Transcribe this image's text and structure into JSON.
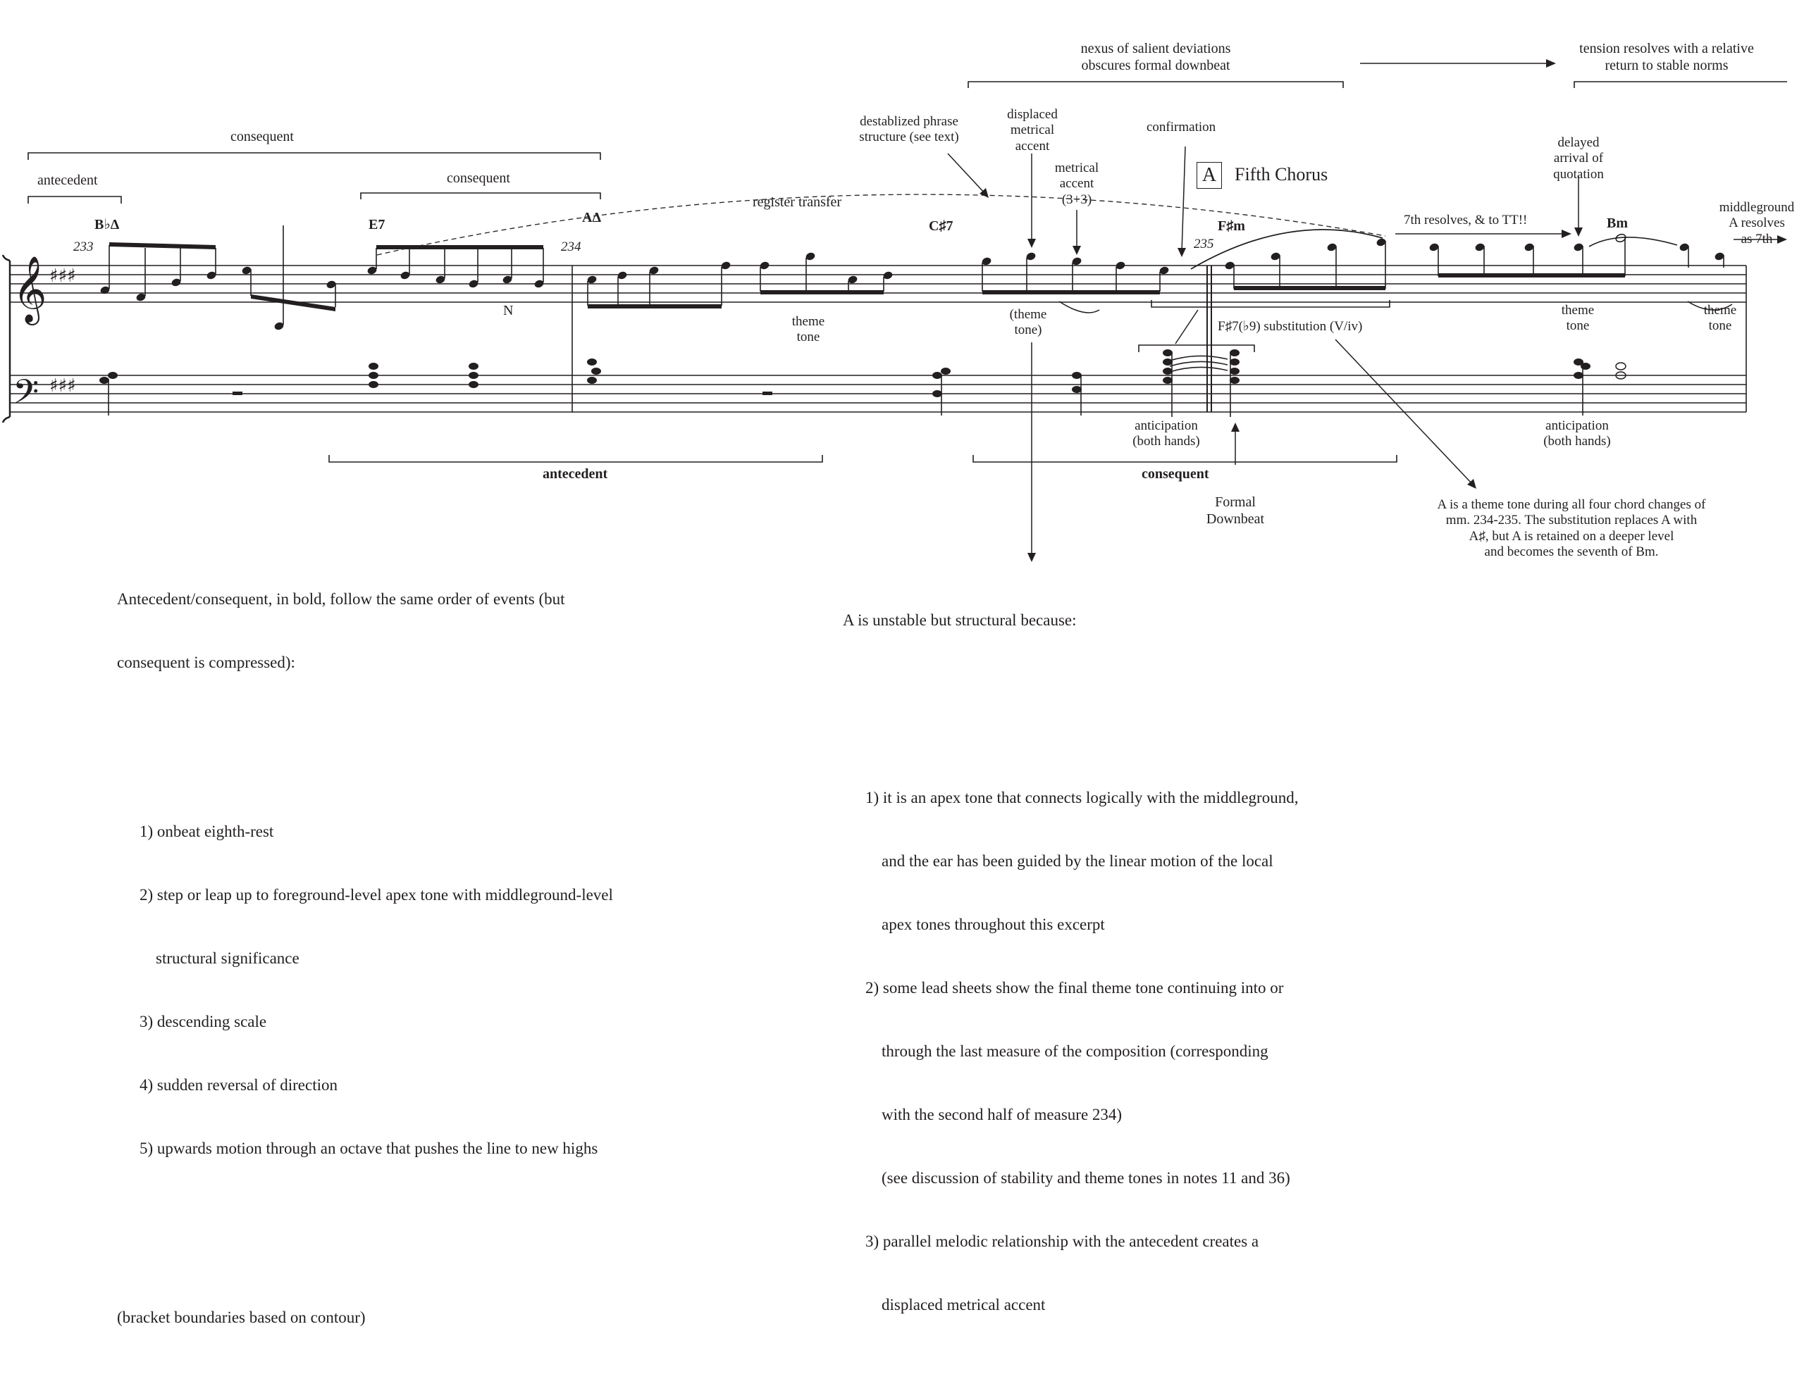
{
  "header": {
    "nexus": [
      "nexus of salient deviations",
      "obscures formal downbeat"
    ],
    "tension": [
      "tension resolves with a relative",
      "return to stable norms"
    ]
  },
  "brackets": {
    "consequent_top": "consequent",
    "antecedent_top": "antecedent",
    "consequent_mid": "consequent",
    "antecedent_bottom": "antecedent",
    "consequent_bottom": "consequent"
  },
  "chords": {
    "c1": "B♭Δ",
    "c2": "E7",
    "c3": "AΔ",
    "c4": "C♯7",
    "c5": "F♯m",
    "c6": "Bm"
  },
  "measures": {
    "m233": "233",
    "m234": "234",
    "m235": "235"
  },
  "annotations": {
    "register_transfer": "register transfer",
    "destabilized": [
      "destablized phrase",
      "structure (see text)"
    ],
    "displaced": [
      "displaced",
      "metrical",
      "accent"
    ],
    "metrical": [
      "metrical",
      "accent",
      "(3+3)"
    ],
    "confirmation": "confirmation",
    "section_letter": "A",
    "fifth_chorus": "Fifth Chorus",
    "delayed": [
      "delayed",
      "arrival of",
      "quotation"
    ],
    "seventh_resolves": "7th resolves, & to TT!!",
    "middleground": [
      "middleground",
      "A resolves",
      "as 7th"
    ],
    "n_label": "N",
    "theme_tone_1": [
      "theme",
      "tone"
    ],
    "theme_tone_paren": [
      "(theme",
      "tone)"
    ],
    "theme_tone_2": [
      "theme",
      "tone"
    ],
    "theme_tone_3": [
      "theme",
      "tone"
    ],
    "substitution": "F♯7(♭9) substitution (V/iv)",
    "anticipation_1": [
      "anticipation",
      "(both hands)"
    ],
    "anticipation_2": [
      "anticipation",
      "(both hands)"
    ],
    "formal_downbeat": [
      "Formal",
      "Downbeat"
    ],
    "a_theme_note": [
      "A is a theme tone during all four chord changes of",
      "mm. 234-235. The substitution replaces A with",
      "A♯, but A is retained on a deeper level",
      "and becomes the seventh of Bm."
    ]
  },
  "left_text": {
    "intro": [
      "Antecedent/consequent, in bold, follow the same order of events (but",
      "consequent is compressed):"
    ],
    "items": [
      "1) onbeat eighth-rest",
      "2) step or leap up to foreground-level apex tone with middleground-level",
      "    structural significance",
      "3) descending scale",
      "4) sudden reversal of direction",
      "5) upwards motion through an octave that pushes the line to new highs"
    ],
    "footer": "(bracket boundaries based on contour)"
  },
  "right_text": {
    "intro": "A is unstable but structural because:",
    "items": [
      "1) it is an apex tone that connects logically with the middleground,",
      "    and the ear has been guided by the linear motion of the local",
      "    apex tones throughout this excerpt",
      "2) some lead sheets show the final theme tone continuing into or",
      "    through the last measure of the composition (corresponding",
      "    with the second half of measure 234)",
      "    (see discussion of stability and theme tones in notes 11 and 36)",
      "3) parallel melodic relationship with the antecedent creates a",
      "    displaced metrical accent"
    ]
  }
}
